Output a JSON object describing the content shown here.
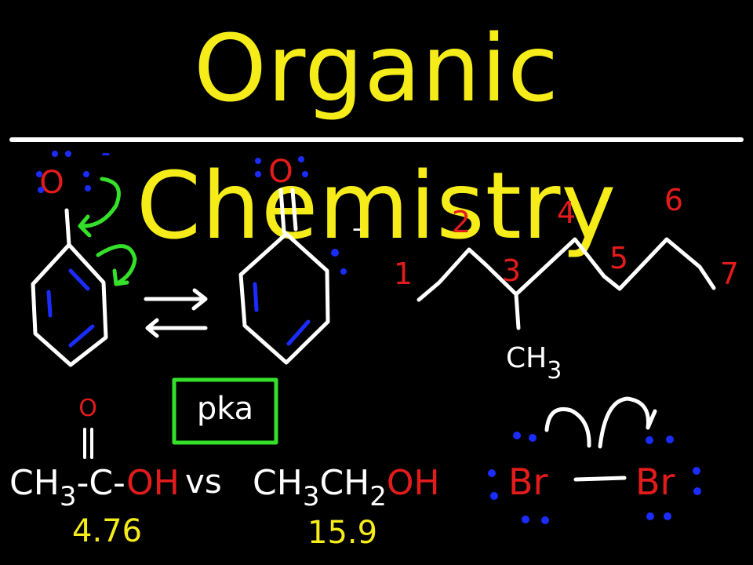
{
  "title": "Organic Chemistry",
  "colors": {
    "background": "#000000",
    "title": "#f5ec1a",
    "bond": "#ffffff",
    "atom": "#e31b1b",
    "electron": "#1a2cff",
    "arrow": "#35e02a",
    "value": "#f5ec1a"
  },
  "resonance": {
    "left_atom": "O",
    "left_charge": "-",
    "right_atom": "O",
    "right_charge": "-"
  },
  "chain": {
    "numbers": [
      "1",
      "2",
      "3",
      "4",
      "5",
      "6",
      "7"
    ],
    "substituent": "CH",
    "substituent_sub": "3"
  },
  "pka": {
    "box_label": "pka",
    "acid1": {
      "carbonyl_o": "O",
      "part1": "CH",
      "sub1": "3",
      "part2": "-C-",
      "oh": "OH",
      "value": "4.76"
    },
    "vs": "vs",
    "acid2": {
      "part1": "CH",
      "sub1": "3",
      "part2": "CH",
      "sub2": "2",
      "oh": "OH",
      "value": "15.9"
    }
  },
  "bromine": {
    "left_atom": "Br",
    "right_atom": "Br"
  }
}
